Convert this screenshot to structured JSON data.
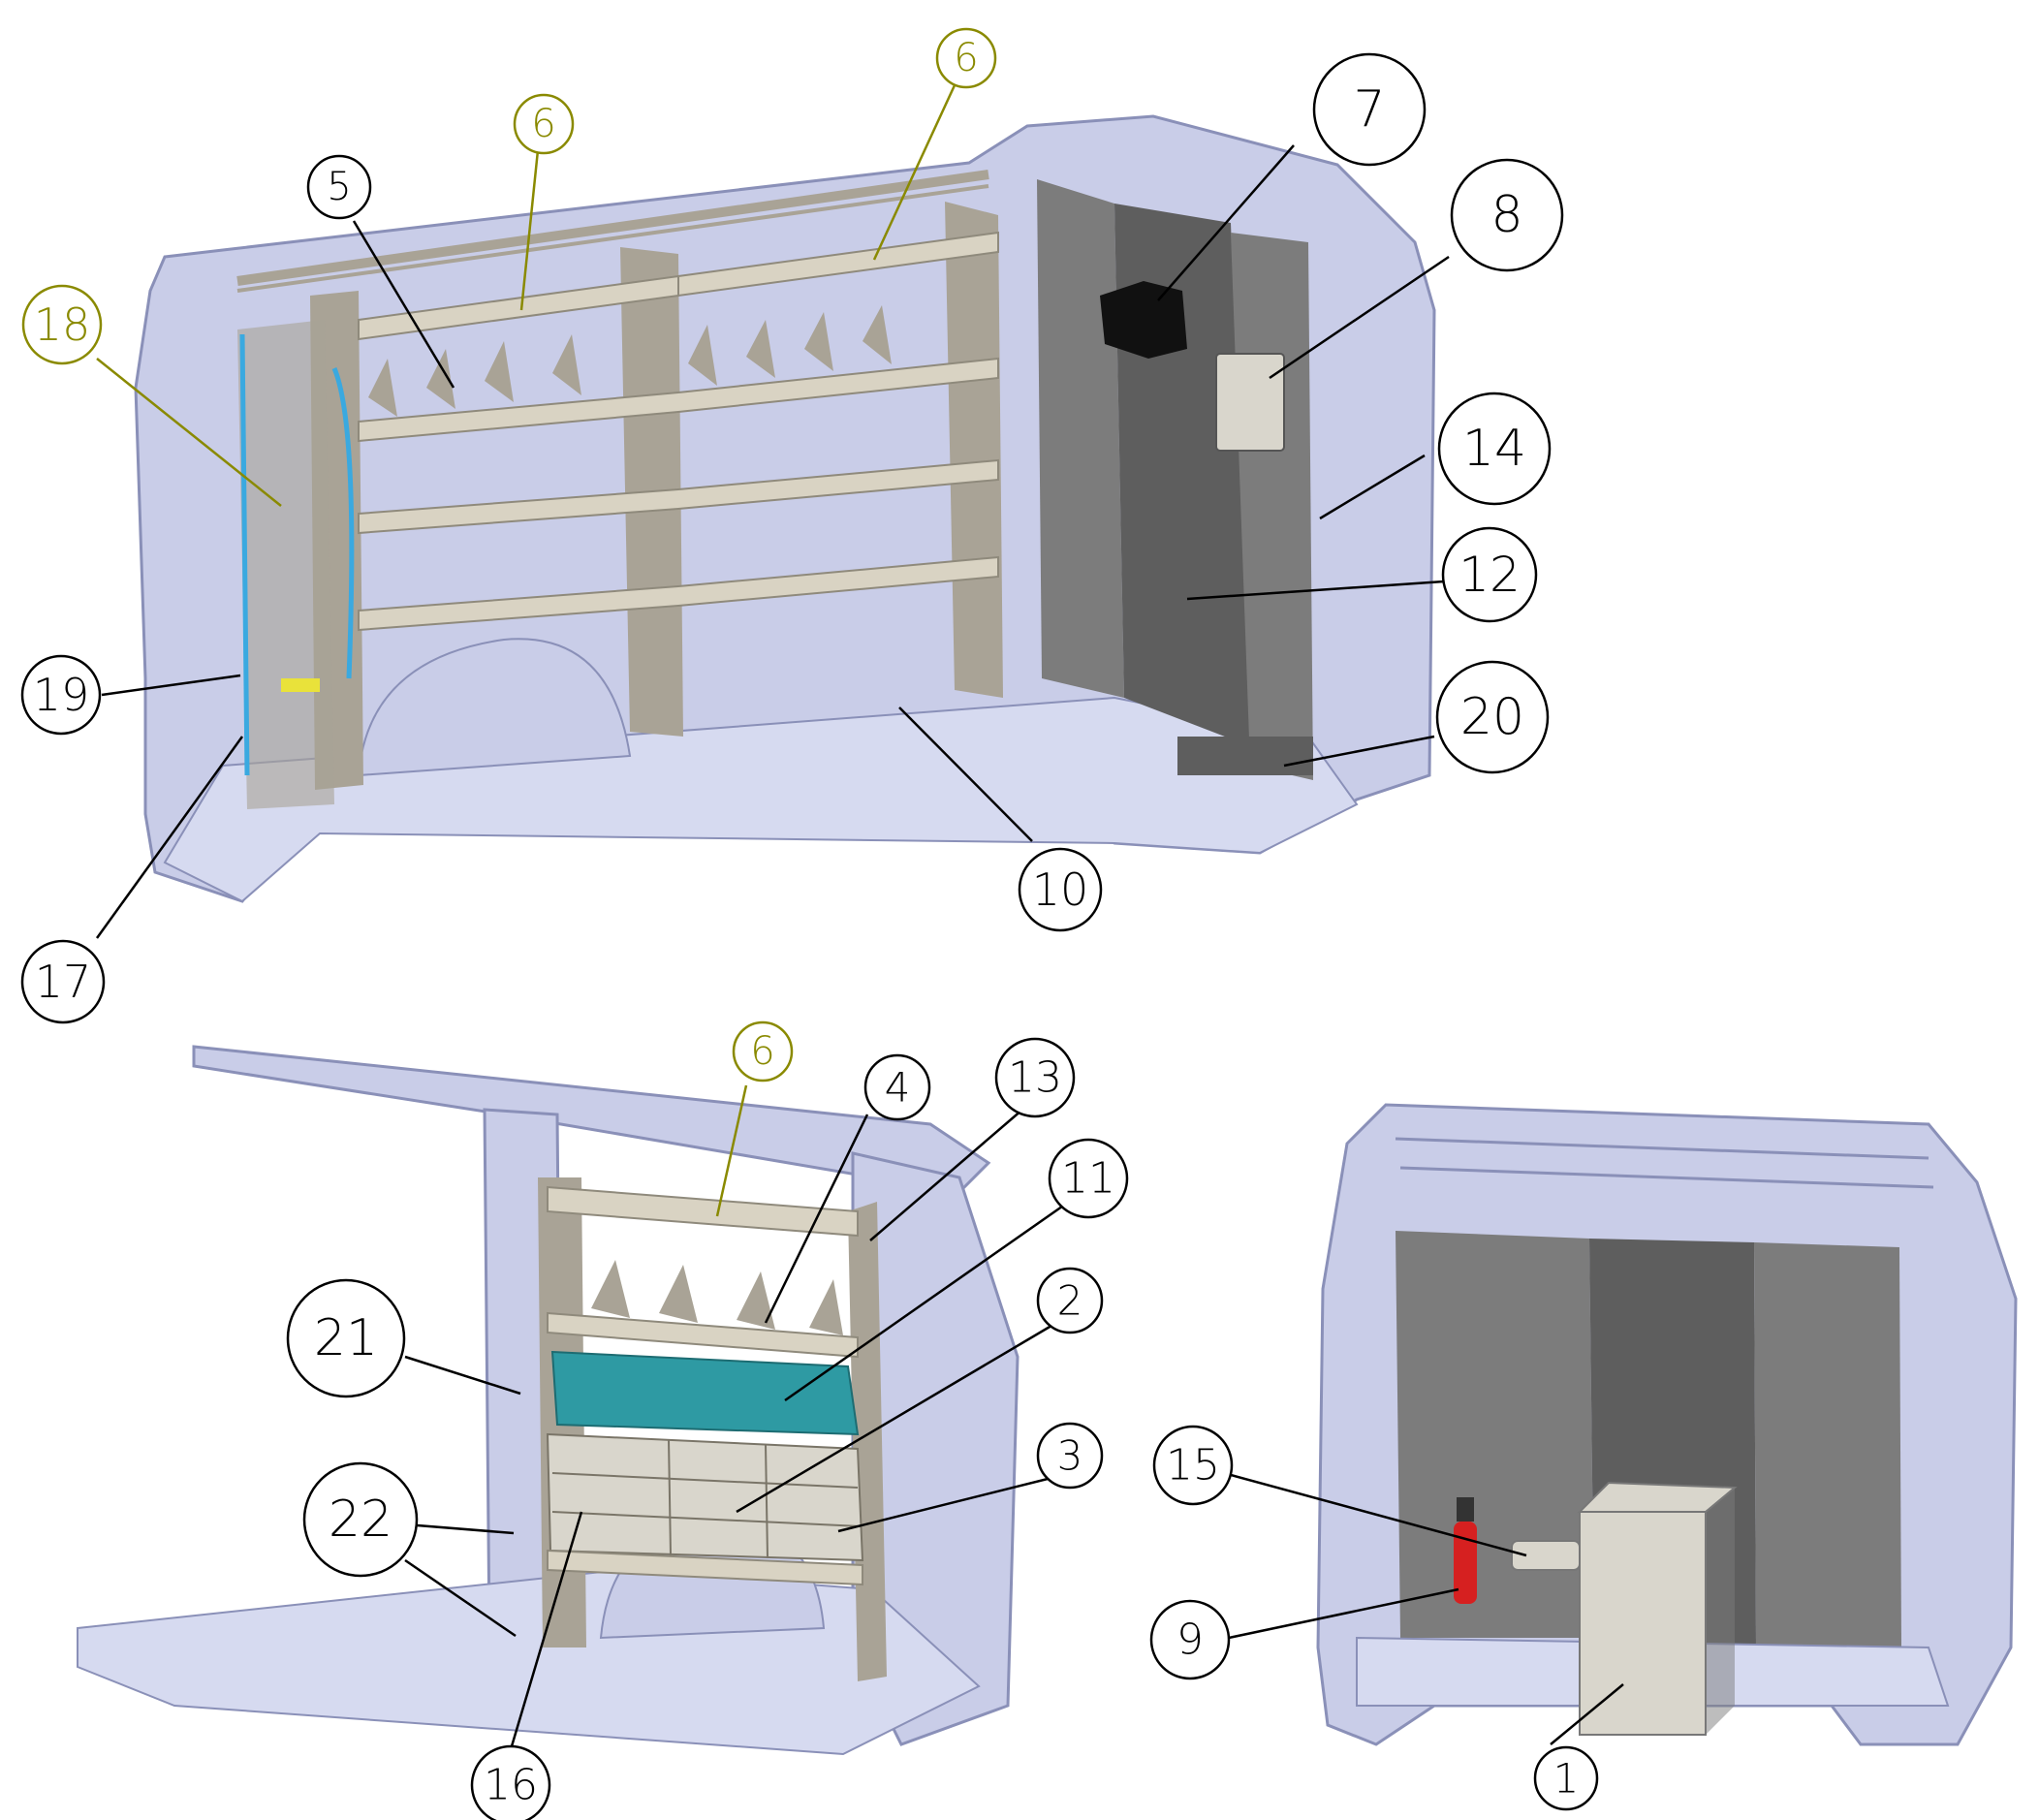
{
  "colors": {
    "line": "#000000",
    "highlight": "#8a8a00",
    "shell": "#c9cde8",
    "shell_edge": "#8a90b8",
    "wall": "#7c7c7c",
    "wall_dark": "#5e5e5e",
    "frame": "#a9a396",
    "shelf": "#d9d3c3",
    "floor": "#d6daf0",
    "teal": "#2e9aa3",
    "blue": "#3aa9e0",
    "red": "#d62020",
    "box": "#d9d6cc",
    "yellow": "#e9e23a"
  },
  "callouts": [
    {
      "id": "c5",
      "label": "5"
    },
    {
      "id": "c6a",
      "label": "6"
    },
    {
      "id": "c6b",
      "label": "6"
    },
    {
      "id": "c7",
      "label": "7"
    },
    {
      "id": "c8",
      "label": "8"
    },
    {
      "id": "c14",
      "label": "14"
    },
    {
      "id": "c12",
      "label": "12"
    },
    {
      "id": "c20",
      "label": "20"
    },
    {
      "id": "c18",
      "label": "18"
    },
    {
      "id": "c19",
      "label": "19"
    },
    {
      "id": "c10",
      "label": "10"
    },
    {
      "id": "c17",
      "label": "17"
    },
    {
      "id": "c6c",
      "label": "6"
    },
    {
      "id": "c4",
      "label": "4"
    },
    {
      "id": "c13",
      "label": "13"
    },
    {
      "id": "c11",
      "label": "11"
    },
    {
      "id": "c21",
      "label": "21"
    },
    {
      "id": "c2",
      "label": "2"
    },
    {
      "id": "c3",
      "label": "3"
    },
    {
      "id": "c22",
      "label": "22"
    },
    {
      "id": "c16",
      "label": "16"
    },
    {
      "id": "c15",
      "label": "15"
    },
    {
      "id": "c9",
      "label": "9"
    },
    {
      "id": "c1",
      "label": "1"
    }
  ]
}
